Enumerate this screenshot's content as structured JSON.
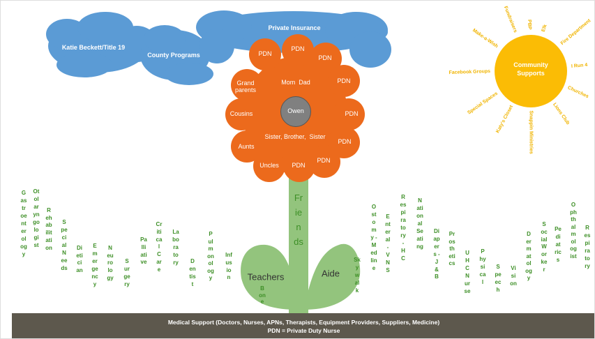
{
  "clouds": {
    "katie_beckett": "Katie Beckett/Title 19",
    "county_programs": "County Programs",
    "private_insurance": "Private Insurance"
  },
  "flower": {
    "center": "Owen",
    "petals": [
      "PDN",
      "PDN",
      "PDN",
      "PDN",
      "PDN",
      "PDN",
      "PDN",
      "PDN",
      "Grand\nparents",
      "Cousins",
      "Aunts",
      "Uncles"
    ],
    "inner": {
      "mom_dad": "Mom  Dad",
      "siblings": "Sister, Brother,  Sister"
    },
    "colors": {
      "petal": "#ec6a1c",
      "center": "#808080",
      "stem": "#93c47d"
    }
  },
  "stem": {
    "label": "Friends"
  },
  "leaves": {
    "left": "Teachers",
    "right": "Aide"
  },
  "sun": {
    "center": "Community Supports",
    "rays": [
      "Fundraisers",
      "PBP",
      "Elk",
      "Fire Department",
      "I Run 4",
      "Churches",
      "Lions Club",
      "Snappin Ministries",
      "Katy's Closet",
      "Special Spaces",
      "Facebook Groups",
      "Make-a-Wish"
    ],
    "color": "#fbbc05"
  },
  "specialties": [
    "Gastroenterology",
    "Otolaryngologist",
    "Rehabilitation",
    "Special Needs",
    "Dietician",
    "Emergency",
    "Neurology",
    "Surgery",
    "Palliative",
    "Critical Care",
    "Laboratory",
    "Dentist",
    "Pulmonology",
    "Infusion",
    "Bone",
    "Skywalk",
    "Ostomy - Medline",
    "Enteral - VNS",
    "Respiratory - HC",
    "National Seating",
    "Diapers - J&B",
    "Prosthetics",
    "UHC Nurse",
    "Physical",
    "Speech",
    "Vision",
    "Dermatology",
    "Social Worker",
    "Pediatrics",
    "Ophthalmologist",
    "Respiratory"
  ],
  "ground": {
    "line1": "Medical Support (Doctors, Nurses, APNs, Therapists, Equipment Providers, Suppliers, Medicine)",
    "line2": "PDN = Private Duty Nurse"
  }
}
